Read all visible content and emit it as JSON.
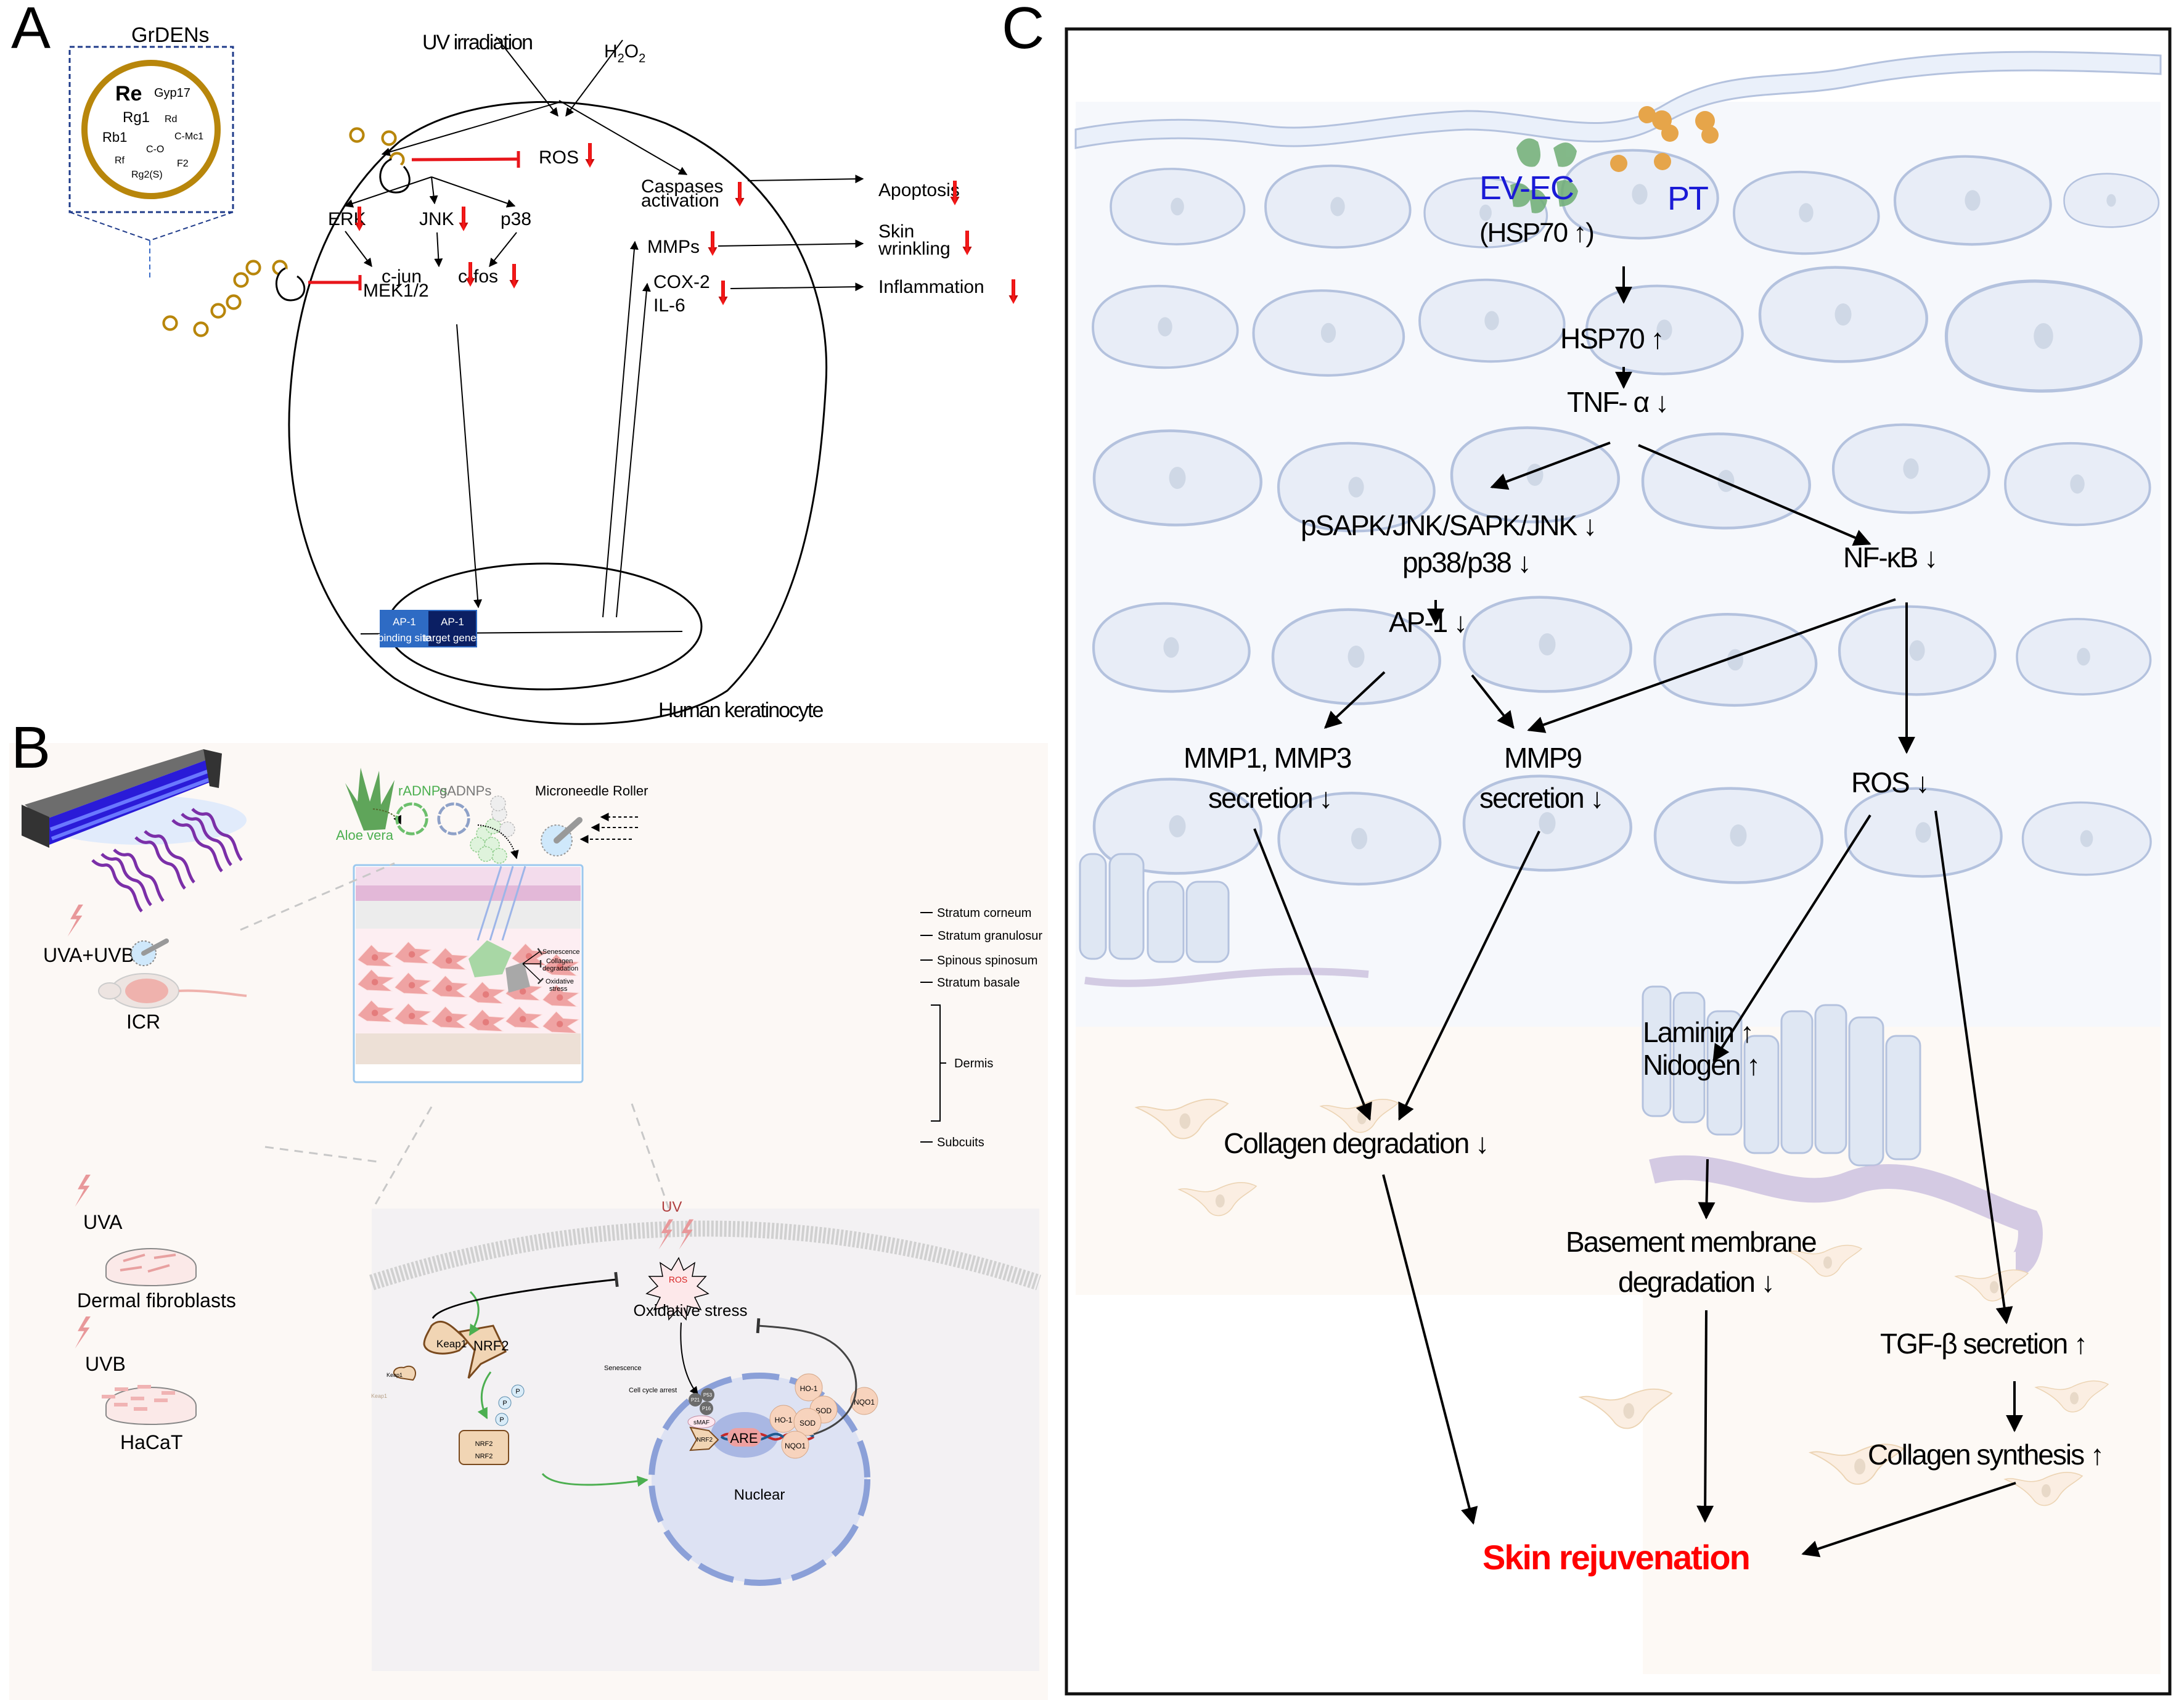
{
  "panel_labels": {
    "a": "A",
    "b": "B",
    "c": "C"
  },
  "panel_a": {
    "inset_title": "GrDENs",
    "ginsenosides": [
      "Re",
      "Gyp17",
      "Rg1",
      "Rd",
      "Rb1",
      "C-Mc1",
      "C-O",
      "Rf",
      "F2",
      "Rg2(S)"
    ],
    "stimuli": {
      "uv": "UV irradiation",
      "h2o2_main": "H",
      "h2o2_sub1": "2",
      "h2o2_o": "O",
      "h2o2_sub2": "2"
    },
    "nodes": {
      "ros": "ROS",
      "mek": "MEK1/2",
      "erk": "ERK",
      "jnk": "JNK",
      "p38": "p38",
      "cjun": "c-jun",
      "cfos": "c-fos",
      "caspases_1": "Caspases",
      "caspases_2": "activation",
      "mmps": "MMPs",
      "cox2": "COX-2",
      "il6": "IL-6",
      "apoptosis": "Apoptosis",
      "skin_1": "Skin",
      "skin_2": "wrinkling",
      "inflammation": "Inflammation"
    },
    "gene_boxes": {
      "binding_1": "AP-1",
      "binding_2": "binding site",
      "target_1": "AP-1",
      "target_2": "target genes"
    },
    "cell_label": "Human keratinocyte",
    "colors": {
      "vesicle": "#b8860b",
      "inhibit": "#e8161b",
      "down_arrow": "#d40000",
      "binding_box": "#2e6bc4",
      "target_box": "#0b1f63"
    }
  },
  "panel_b": {
    "uv_groups": [
      {
        "label": "UVA+UVB",
        "model": "ICR"
      },
      {
        "label": "UVA",
        "model": "Dermal fibroblasts"
      },
      {
        "label": "UVB",
        "model": "HaCaT"
      }
    ],
    "source": "Aloe vera",
    "nanoparticles": [
      "rADNPs",
      "gADNPs"
    ],
    "device": "Microneedle Roller",
    "skin_layers": [
      "Stratum corneum",
      "Stratum granulosur",
      "Spinous spinosum",
      "Stratum basale",
      "Dermis",
      "Subcuits"
    ],
    "effects": [
      "Senescence",
      "Collagen",
      "degradation",
      "Oxidative",
      "stress"
    ],
    "cell": {
      "uv": "UV",
      "ros": "ROS",
      "oxidative_stress": "Oxidative stress",
      "keap1": "Keap1",
      "nrf2": "NRF2",
      "phospho": "P",
      "senescence": "Senescence",
      "cell_cycle": "Cell cycle arrest",
      "p53": "P53",
      "p21": "P21",
      "p16": "P16",
      "smaf": "sMAF",
      "are": "ARE",
      "ho1": "HO-1",
      "sod": "SOD",
      "nqo1": "NQO1",
      "nuclear": "Nuclear"
    },
    "colors": {
      "background": "#fcf8f5",
      "accent_green": "#4caf50",
      "dermis_cell": "#ef9a9a",
      "nucleus": "#c5cae9"
    }
  },
  "panel_c": {
    "agents": {
      "evec": "EV-EC",
      "evec_sub": "(HSP70 ↑)",
      "pt": "PT"
    },
    "nodes": {
      "hsp70": "HSP70 ↑",
      "tnf": "TNF- α ↓",
      "sapk_1": "pSAPK/JNK/SAPK/JNK ↓",
      "sapk_2": "pp38/p38 ↓",
      "nfkb": "NF-κB ↓",
      "ap1": "AP-1 ↓",
      "mmp13_1": "MMP1, MMP3",
      "mmp13_2": "secretion ↓",
      "mmp9_1": "MMP9",
      "mmp9_2": "secretion ↓",
      "ros": "ROS ↓",
      "collagen_deg": "Collagen degradation ↓",
      "laminin": "Laminin ↑",
      "nidogen": "Nidogen ↑",
      "bm_1": "Basement membrane",
      "bm_2": "degradation ↓",
      "tgfb": "TGF-β secretion ↑",
      "collagen_syn": "Collagen synthesis ↑",
      "outcome": "Skin rejuvenation"
    },
    "colors": {
      "agent_label": "#1a1ad6",
      "outcome": "#ff0000",
      "cell_fill": "#e8edf7",
      "cell_stroke": "#b4c2de",
      "fibroblast": "#f3e3cf"
    }
  }
}
